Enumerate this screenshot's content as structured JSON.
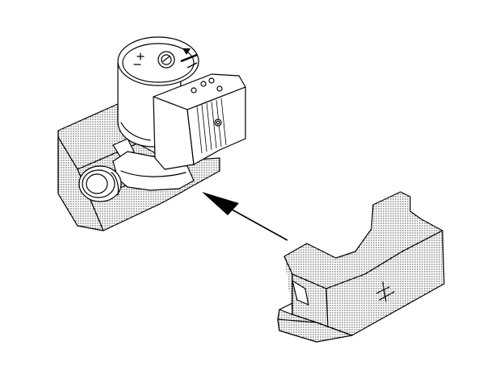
{
  "figure": {
    "type": "technical-illustration",
    "components": [
      "circulator-pump",
      "insulation-shell-rear-half",
      "insulation-shell-front-half",
      "assembly-arrow"
    ],
    "colors": {
      "line": "#000000",
      "background": "#ffffff",
      "insulation_dots": "#000000"
    }
  }
}
